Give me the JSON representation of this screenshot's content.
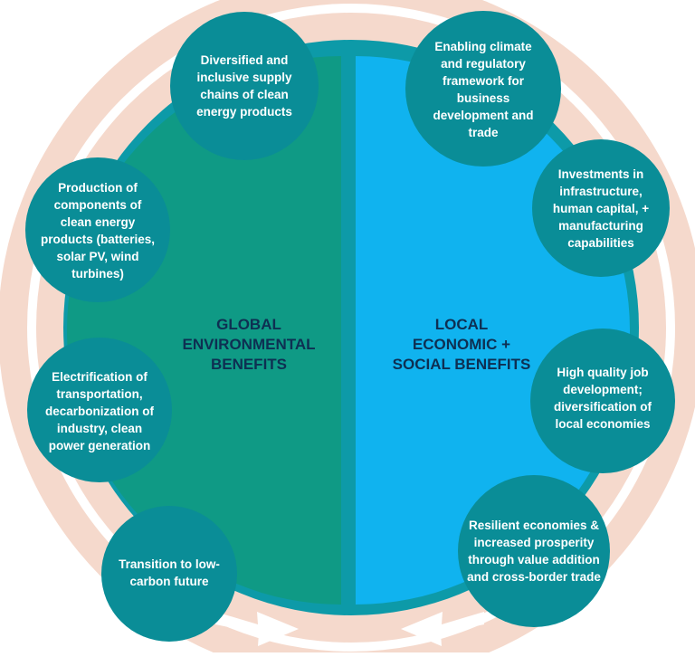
{
  "colors": {
    "peach_ring": "#f5d9cc",
    "teal_ring": "#0d9aa8",
    "left_fill": "#0f9a85",
    "right_fill": "#10b3ef",
    "node_fill": "#0a8d97",
    "arrow": "#ffffff",
    "center_text": "#0e2f52"
  },
  "center": {
    "left_label": "GLOBAL\nENVIRONMENTAL\nBENEFITS",
    "right_label": "LOCAL\nECONOMIC +\nSOCIAL BENEFITS"
  },
  "nodes": {
    "supply_chains": "Diversified and inclusive supply chains of clean energy products",
    "enabling_climate": "Enabling climate and regulatory framework for business development and trade",
    "production": "Production of components of clean energy products (batteries, solar PV, wind turbines)",
    "investments": "Investments in infrastructure, human capital, + manufacturing capabilities",
    "electrification": "Electrification of transportation, decarbonization of industry, clean power generation",
    "job_development": "High quality job development; diversification of local economies",
    "transition": "Transition to low-carbon future",
    "resilient": "Resilient economies & increased prosperity through value addition and cross-border trade"
  }
}
